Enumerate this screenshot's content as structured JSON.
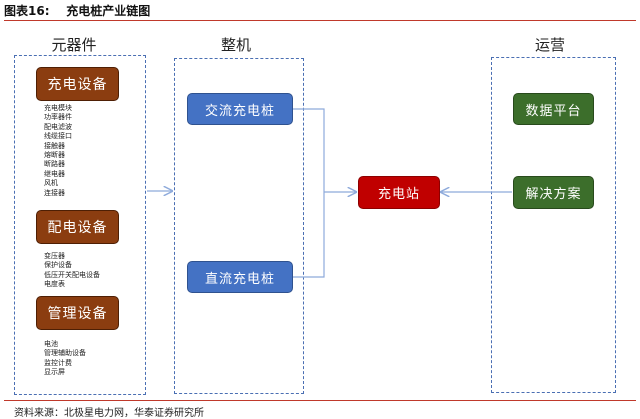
{
  "figure": {
    "title": "图表16:    充电桩产业链图",
    "source": "资料来源：北极星电力网，华泰证券研究所"
  },
  "columns": {
    "components": "元器件",
    "whole_machine": "整机",
    "operation": "运营"
  },
  "components": {
    "charging_equipment": {
      "label": "充电设备",
      "items": [
        "充电模块",
        "功率器件",
        "配电滤波",
        "线缆接口",
        "接触器",
        "熔断器",
        "断路器",
        "继电器",
        "风机",
        "连接器"
      ]
    },
    "distribution_equipment": {
      "label": "配电设备",
      "items": [
        "变压器",
        "保护设备",
        "低压开关配电设备",
        "电度表"
      ]
    },
    "management_equipment": {
      "label": "管理设备",
      "items": [
        "电池",
        "管理辅助设备",
        "监控计费",
        "显示屏"
      ]
    }
  },
  "machines": {
    "ac_pile": "交流充电桩",
    "dc_pile": "直流充电桩"
  },
  "station": "充电站",
  "operation": {
    "data_platform": "数据平台",
    "solution": "解决方案"
  },
  "colors": {
    "rule": "#c0392b",
    "brown": "#8b3d10",
    "blue": "#4472c4",
    "red": "#c00000",
    "green": "#3c6e2b",
    "dashed": "#4a6fb3",
    "arrow": "#8eaadb"
  }
}
